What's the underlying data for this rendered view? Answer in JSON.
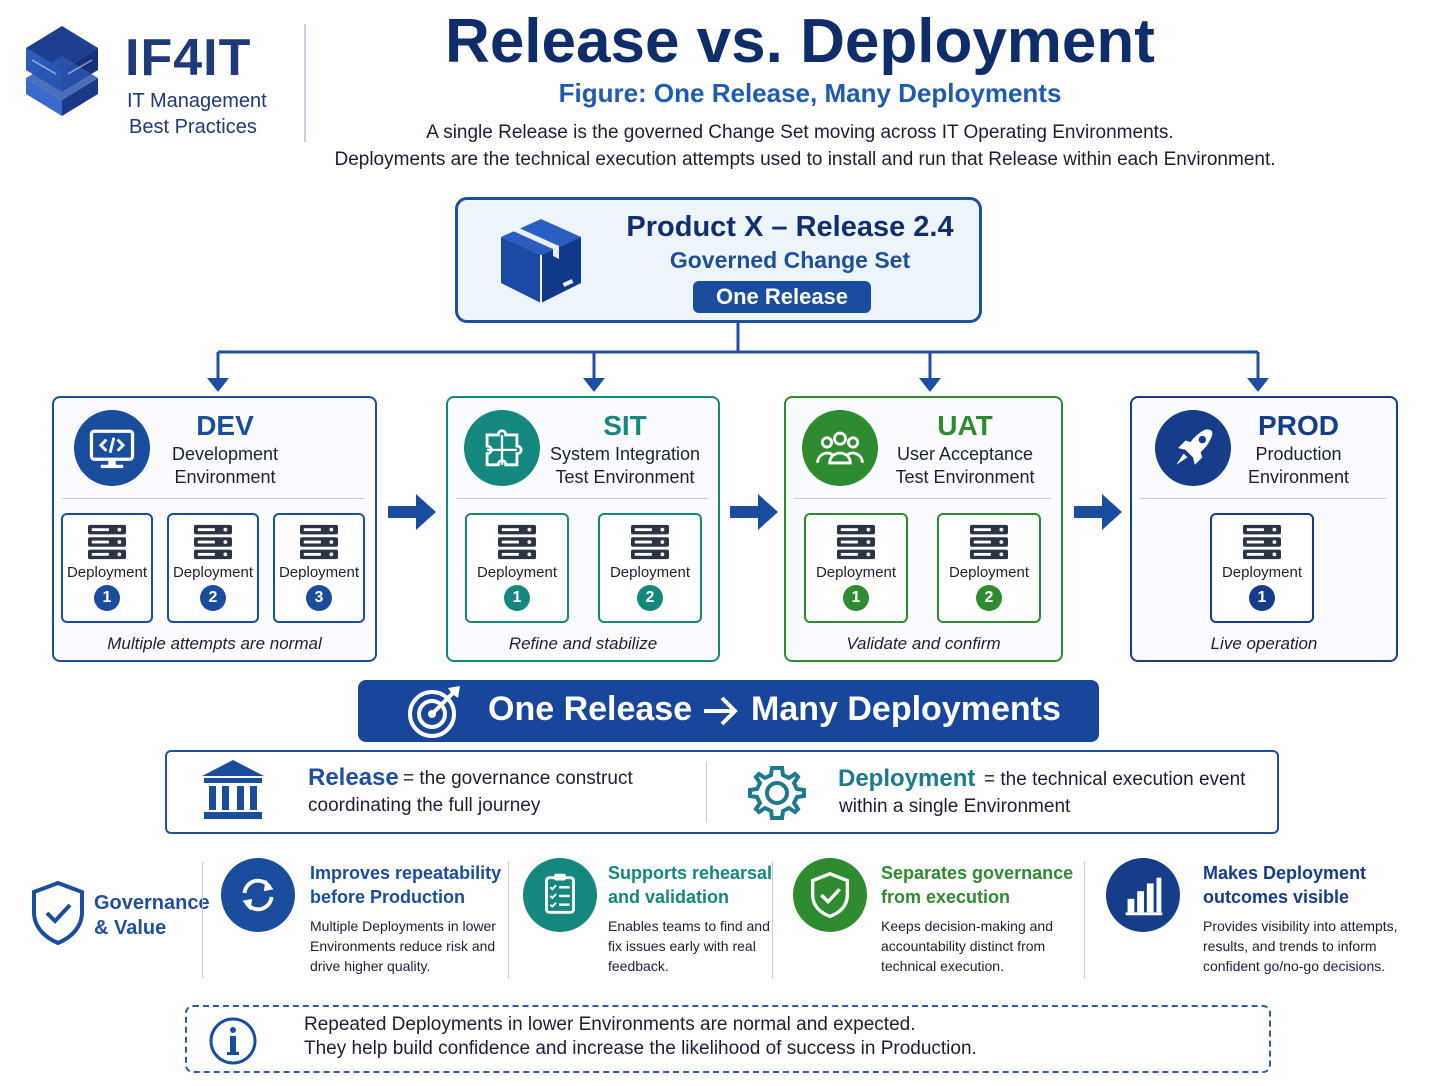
{
  "brand": {
    "name": "IF4IT",
    "tagline_line1": "IT Management",
    "tagline_line2": "Best Practices",
    "logo_icon": "if4it-logo-mark",
    "color": "#1e3a78"
  },
  "header": {
    "title": "Release vs. Deployment",
    "subtitle": "Figure: One Release, Many Deployments",
    "intro_line1": "A single Release is the governed Change Set moving across IT Operating Environments.",
    "intro_line2": "Deployments are the technical execution attempts used to install and run that Release within each Environment."
  },
  "release": {
    "icon": "package-box-icon",
    "title": "Product X – Release 2.4",
    "subtitle": "Governed Change Set",
    "badge": "One Release"
  },
  "environments": [
    {
      "id": "dev",
      "name": "DEV",
      "desc_line1": "Development",
      "desc_line2": "Environment",
      "icon": "code-monitor-icon",
      "color": "#1a4d9e",
      "deployment_label": "Deployment",
      "deployments": [
        "1",
        "2",
        "3"
      ],
      "caption": "Multiple attempts are normal"
    },
    {
      "id": "sit",
      "name": "SIT",
      "desc_line1": "System Integration",
      "desc_line2": "Test Environment",
      "icon": "puzzle-icon",
      "color": "#14877f",
      "deployment_label": "Deployment",
      "deployments": [
        "1",
        "2"
      ],
      "caption": "Refine and stabilize"
    },
    {
      "id": "uat",
      "name": "UAT",
      "desc_line1": "User Acceptance",
      "desc_line2": "Test Environment",
      "icon": "users-group-icon",
      "color": "#2f8b2f",
      "deployment_label": "Deployment",
      "deployments": [
        "1",
        "2"
      ],
      "caption": "Validate and confirm"
    },
    {
      "id": "prod",
      "name": "PROD",
      "desc_line1": "Production",
      "desc_line2": "Environment",
      "icon": "rocket-icon",
      "color": "#153d8a",
      "deployment_label": "Deployment",
      "deployments": [
        "1"
      ],
      "caption": "Live operation"
    }
  ],
  "banner": {
    "icon": "target-icon",
    "left_text": "One Release",
    "arrow_icon": "right-arrow-icon",
    "right_text": "Many Deployments"
  },
  "definitions": {
    "release": {
      "icon": "government-building-icon",
      "term": "Release",
      "line1": "= the governance construct",
      "line2": "coordinating the full journey"
    },
    "deployment": {
      "icon": "gear-icon",
      "term": "Deployment",
      "line1": "= the technical execution event",
      "line2": "within a single Environment"
    }
  },
  "governance": {
    "icon": "shield-check-icon",
    "title_line1": "Governance",
    "title_line2": "& Value",
    "values": [
      {
        "icon": "refresh-cycle-icon",
        "color": "#1a4d9e",
        "title_line1": "Improves repeatability",
        "title_line2": "before Production",
        "body_line1": "Multiple Deployments in lower",
        "body_line2": "Environments reduce risk and",
        "body_line3": "drive higher quality."
      },
      {
        "icon": "clipboard-checklist-icon",
        "color": "#14877f",
        "title_line1": "Supports rehearsal",
        "title_line2": "and validation",
        "body_line1": "Enables teams to find and",
        "body_line2": "fix issues early with real",
        "body_line3": "feedback."
      },
      {
        "icon": "shield-check-icon",
        "color": "#2f8b2f",
        "title_line1": "Separates governance",
        "title_line2": "from execution",
        "body_line1": "Keeps decision-making and",
        "body_line2": "accountability distinct from",
        "body_line3": "technical execution."
      },
      {
        "icon": "bar-chart-icon",
        "color": "#153d8a",
        "title_line1": "Makes Deployment",
        "title_line2": "outcomes visible",
        "body_line1": "Provides visibility into attempts,",
        "body_line2": "results, and trends to inform",
        "body_line3": "confident go/no-go decisions."
      }
    ]
  },
  "note": {
    "icon": "info-icon",
    "line1": "Repeated Deployments in lower Environments are normal and expected.",
    "line2": "They help build confidence and increase the likelihood of success in Production."
  }
}
